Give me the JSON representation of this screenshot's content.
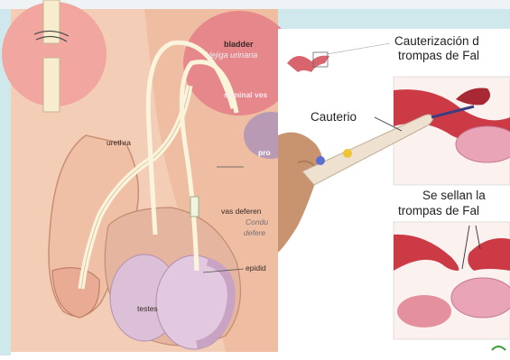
{
  "left_panel": {
    "labels": {
      "bladder": "bladder",
      "bladder_es": "Vejiga urinaria",
      "seminal": "seminal ves",
      "urethra": "urethra",
      "prostate": "pro",
      "vas_deferens": "vas deferen",
      "vas_es_1": "Condu",
      "vas_es_2": "defere",
      "epididymis": "epidid",
      "testes": "testes"
    }
  },
  "right_panel": {
    "title_top_1": "Cauterización d",
    "title_top_2": "trompas de Fal",
    "cauterio_label": "Cauterio",
    "title_bottom_1": "Se sellan la",
    "title_bottom_2": "trompas de Fal"
  },
  "colors": {
    "skin": "#f2c7ad",
    "skin_shadow": "#d89f86",
    "bladder": "#e8868c",
    "testes": "#dcbfd6",
    "tube": "#c1303a",
    "ovary": "#e7a2b6",
    "hand": "#c8956e",
    "background_left": "#c9e6ea"
  }
}
